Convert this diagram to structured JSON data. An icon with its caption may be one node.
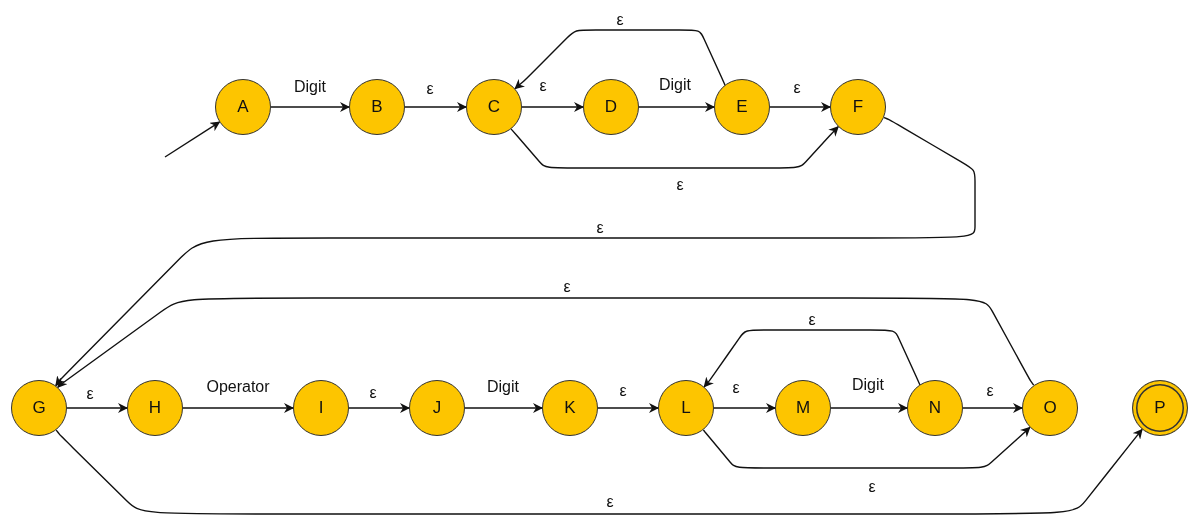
{
  "diagram": {
    "nodes": [
      {
        "text": [
          "A"
        ]
      },
      {
        "text": [
          "B"
        ]
      },
      {
        "text": [
          "C"
        ]
      },
      {
        "text": [
          "D"
        ]
      },
      {
        "text": [
          "E"
        ]
      },
      {
        "text": [
          "F"
        ]
      },
      {
        "text": [
          "G"
        ]
      },
      {
        "text": [
          "H"
        ]
      },
      {
        "text": [
          "I"
        ]
      },
      {
        "text": [
          "J"
        ]
      },
      {
        "text": [
          "K"
        ]
      },
      {
        "text": [
          "L"
        ]
      },
      {
        "text": [
          "M"
        ]
      },
      {
        "text": [
          "N"
        ]
      },
      {
        "text": [
          "O"
        ]
      },
      {
        "text": [
          "P"
        ]
      }
    ],
    "edges": [
      {
        "from": null,
        "to": 0,
        "arrow": "to"
      },
      {
        "from": 0,
        "to": 1,
        "arrow": "to",
        "label": "Digit"
      },
      {
        "from": 1,
        "to": 2,
        "arrow": "to",
        "label": "ε"
      },
      {
        "from": 2,
        "to": 3,
        "arrow": "to",
        "label": "ε"
      },
      {
        "from": 3,
        "to": 4,
        "arrow": "to",
        "label": "Digit"
      },
      {
        "from": 4,
        "to": 5,
        "arrow": "to",
        "label": "ε"
      },
      {
        "from": 4,
        "to": 2,
        "arrow": "to",
        "label": "ε"
      },
      {
        "from": 2,
        "to": 5,
        "arrow": "to",
        "label": "ε"
      },
      {
        "from": 5,
        "to": 6,
        "arrow": "to",
        "label": "ε"
      },
      {
        "from": 6,
        "to": 7,
        "arrow": "to",
        "label": "ε"
      },
      {
        "from": 7,
        "to": 8,
        "arrow": "to",
        "label": "Operator"
      },
      {
        "from": 8,
        "to": 9,
        "arrow": "to",
        "label": "ε"
      },
      {
        "from": 9,
        "to": 10,
        "arrow": "to",
        "label": "Digit"
      },
      {
        "from": 10,
        "to": 11,
        "arrow": "to",
        "label": "ε"
      },
      {
        "from": 11,
        "to": 12,
        "arrow": "to",
        "label": "ε"
      },
      {
        "from": 12,
        "to": 13,
        "arrow": "to",
        "label": "Digit"
      },
      {
        "from": 13,
        "to": 14,
        "arrow": "to",
        "label": "ε"
      },
      {
        "from": 13,
        "to": 11,
        "arrow": "to",
        "label": "ε"
      },
      {
        "from": 11,
        "to": 14,
        "arrow": "to",
        "label": "ε"
      },
      {
        "from": 14,
        "to": 6,
        "arrow": "to",
        "label": "ε"
      },
      {
        "from": 6,
        "to": 15,
        "arrow": "to",
        "label": "ε"
      }
    ]
  }
}
